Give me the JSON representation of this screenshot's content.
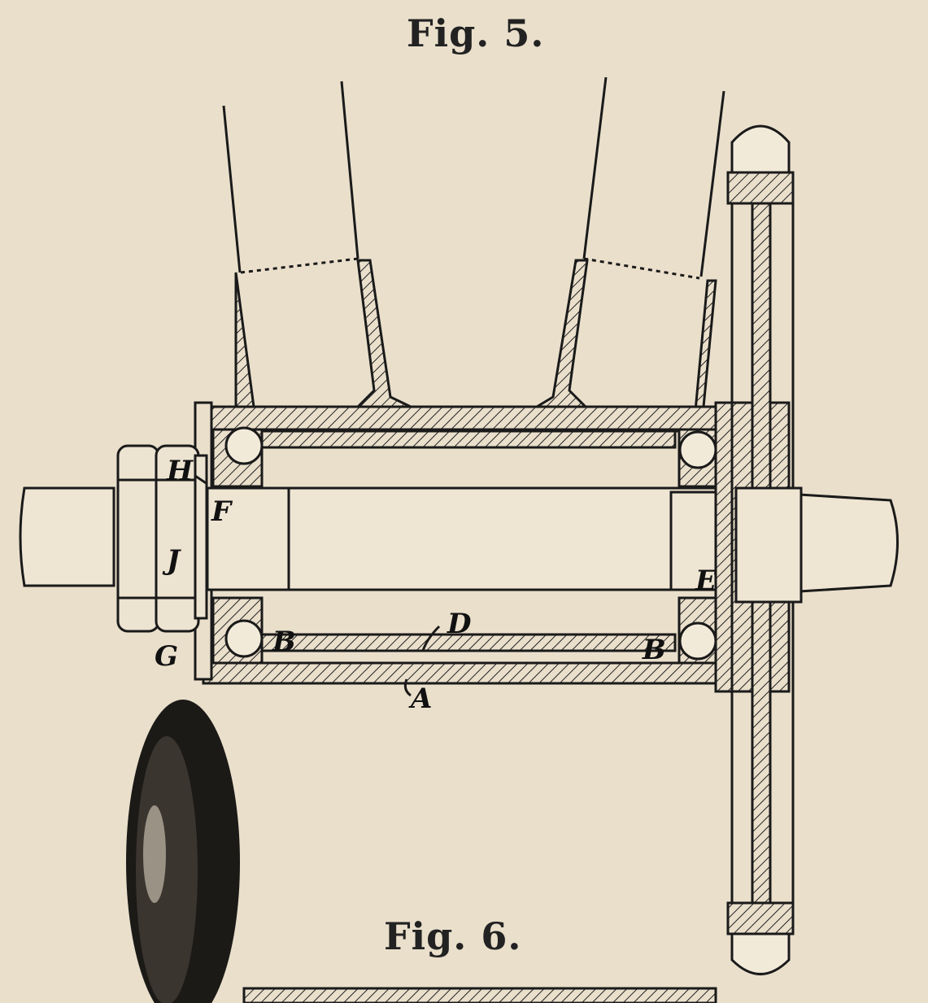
{
  "figures": {
    "fig5": {
      "caption": "Fig. 5.",
      "labels": {
        "A": "A",
        "B1": "B",
        "B2": "B",
        "D": "D",
        "E": "E",
        "F": "F",
        "G": "G",
        "H": "H",
        "J": "J"
      }
    },
    "fig6": {
      "caption": "Fig. 6."
    }
  }
}
